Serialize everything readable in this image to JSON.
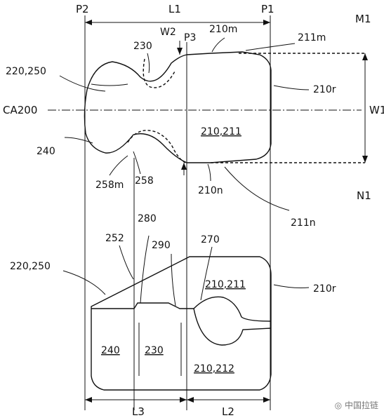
{
  "labels": {
    "p2": "P2",
    "l1": "L1",
    "p1": "P1",
    "m1": "M1",
    "w2": "W2",
    "p3": "P3",
    "l210m": "210m",
    "l211m": "211m",
    "l230_top": "230",
    "l220_250_top": "220,250",
    "l210r_top": "210r",
    "ca200": "CA200",
    "w1": "W1",
    "l210_211_top": "210,211",
    "l240_top": "240",
    "l258m": "258m",
    "l258": "258",
    "l210n": "210n",
    "n1": "N1",
    "l211n": "211n",
    "l280": "280",
    "l252": "252",
    "l290": "290",
    "l270": "270",
    "l220_250_bot": "220,250",
    "l210_211_bot": "210,211",
    "l210r_bot": "210r",
    "l240_bot": "240",
    "l230_bot": "230",
    "l210_212": "210,212",
    "l3": "L3",
    "l2": "L2"
  },
  "watermark": {
    "text": "中国拉链"
  }
}
